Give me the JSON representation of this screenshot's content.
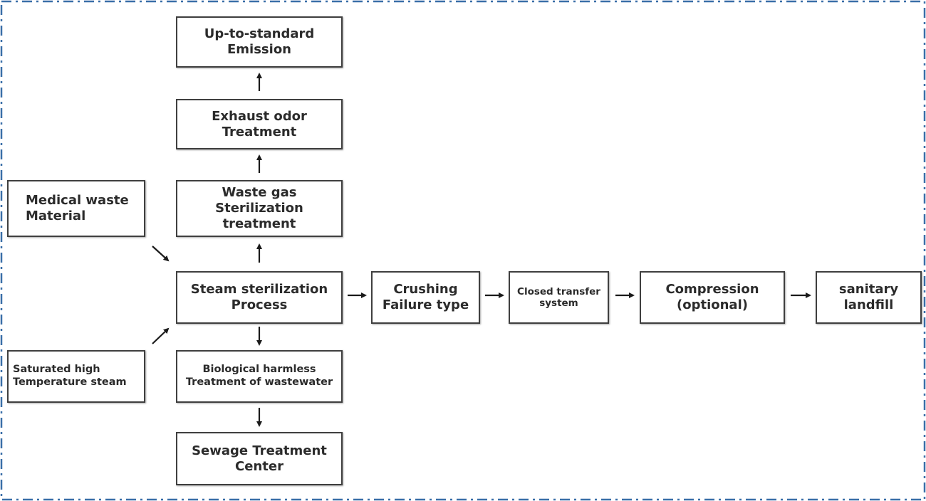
{
  "diagram": {
    "nodes": {
      "upto": "Up-to-standard\nEmission",
      "exhaust": "Exhaust odor\nTreatment",
      "wastegas": "Waste gas\nSterilization treatment",
      "medical": "Medical waste\nMaterial",
      "steam": "Steam sterilization\nProcess",
      "crushing": "Crushing\nFailure type",
      "closed": "Closed transfer\nsystem",
      "compression": "Compression\n(optional)",
      "landfill": "sanitary\nlandfill",
      "saturated": "Saturated high\nTemperature steam",
      "bio": "Biological harmless\nTreatment of wastewater",
      "sewage": "Sewage Treatment\nCenter"
    },
    "edges": [
      {
        "from": "medical",
        "to": "steam"
      },
      {
        "from": "saturated",
        "to": "steam"
      },
      {
        "from": "steam",
        "to": "wastegas"
      },
      {
        "from": "wastegas",
        "to": "exhaust"
      },
      {
        "from": "exhaust",
        "to": "upto"
      },
      {
        "from": "steam",
        "to": "crushing"
      },
      {
        "from": "crushing",
        "to": "closed"
      },
      {
        "from": "closed",
        "to": "compression"
      },
      {
        "from": "compression",
        "to": "landfill"
      },
      {
        "from": "steam",
        "to": "bio"
      },
      {
        "from": "bio",
        "to": "sewage"
      }
    ],
    "colors": {
      "border": "#3f3f3f",
      "text": "#2b2b2b",
      "arrow": "#1a1a1a",
      "frame": "#3a6fa8"
    }
  }
}
